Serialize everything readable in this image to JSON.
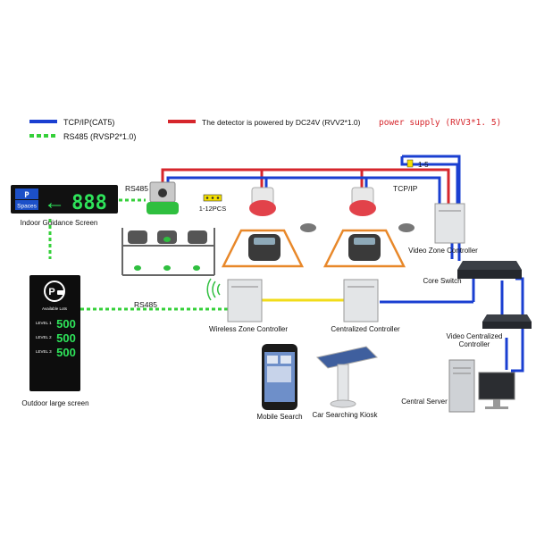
{
  "legend": {
    "tcp_ip": "TCP/IP(CAT5)",
    "rs485": "RS485 (RVSP2*1.0)",
    "detector_power": "The detector is powered by DC24V (RVV2*1.0)",
    "power_supply": "power supply (RVV3*1. 5)"
  },
  "colors": {
    "tcp": "#1a3fd1",
    "power": "#d6262c",
    "rs485": "#35d03a",
    "yellow_link": "#f2dc1a",
    "orange": "#e8882a",
    "digit_green": "#2ee35a"
  },
  "indoor_screen": {
    "p_label": "P",
    "spaces_label": "Spaces",
    "arrow": "←",
    "count": "888",
    "caption": "Indoor Guidance Screen"
  },
  "outdoor_screen": {
    "available_label": "Available Lots",
    "levels": [
      {
        "label": "LEVEL 1",
        "value": "500"
      },
      {
        "label": "LEVEL 2",
        "value": "500"
      },
      {
        "label": "LEVEL 3",
        "value": "500"
      }
    ],
    "caption": "Outdoor large screen"
  },
  "labels": {
    "rs485_top": "RS485",
    "rs485_mid": "RS485",
    "pcs": "1-12PCS",
    "range": "1-5",
    "tcp_ip": "TCP/IP",
    "video_zone_controller": "Video  Zone Controller",
    "core_switch": "Core Switch",
    "wireless_zone_controller": "Wireless Zone Controller",
    "centralized_controller": "Centralized Controller",
    "video_centralized_controller_line1": "Video Centralized",
    "video_centralized_controller_line2": "Controller",
    "central_server": "Central Server",
    "mobile_search": "Mobile Search",
    "car_searching_kiosk": "Car Searching Kiosk"
  }
}
